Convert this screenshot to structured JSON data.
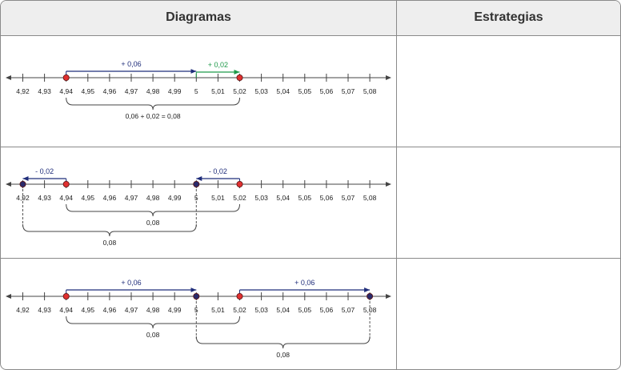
{
  "header": {
    "diagrams_title": "Diagramas",
    "strategies_title": "Estrategias"
  },
  "ticks": [
    "4,92",
    "4,93",
    "4,94",
    "4,95",
    "4,96",
    "4,97",
    "4,98",
    "4,99",
    "5",
    "5,01",
    "5,02",
    "5,03",
    "5,04",
    "5,05",
    "5,06",
    "5,07",
    "5,08"
  ],
  "rows": [
    {
      "points": [
        2,
        10
      ],
      "jumps": [
        {
          "from": 2,
          "to": 8,
          "label": "+ 0,06",
          "color": "#1f2d7a",
          "pos": "upper"
        },
        {
          "from": 8,
          "to": 10,
          "label": "+ 0,02",
          "color": "#1f9a4a",
          "pos": "lower"
        }
      ],
      "braces": [
        {
          "from": 2,
          "to": 10,
          "label": "0,06 + 0,02 = 0,08",
          "depth": 1
        }
      ],
      "dashes": []
    },
    {
      "points": [
        0,
        2,
        8,
        10
      ],
      "jumps": [
        {
          "from": 2,
          "to": 0,
          "label": "- 0,02",
          "color": "#1f2d7a",
          "pos": "lower"
        },
        {
          "from": 10,
          "to": 8,
          "label": "- 0,02",
          "color": "#1f2d7a",
          "pos": "lower"
        }
      ],
      "braces": [
        {
          "from": 2,
          "to": 10,
          "label": "0,08",
          "depth": 1
        },
        {
          "from": 0,
          "to": 8,
          "label": "0,08",
          "depth": 2
        }
      ],
      "dashes": [
        0,
        8
      ]
    },
    {
      "points": [
        2,
        8,
        10,
        16
      ],
      "jumps": [
        {
          "from": 2,
          "to": 8,
          "label": "+ 0,06",
          "color": "#1f2d7a",
          "pos": "upper"
        },
        {
          "from": 10,
          "to": 16,
          "label": "+ 0,06",
          "color": "#1f2d7a",
          "pos": "upper"
        }
      ],
      "braces": [
        {
          "from": 2,
          "to": 10,
          "label": "0,08",
          "depth": 1
        },
        {
          "from": 8,
          "to": 16,
          "label": "0,08",
          "depth": 2
        }
      ],
      "dashes": [
        8,
        16
      ]
    }
  ]
}
